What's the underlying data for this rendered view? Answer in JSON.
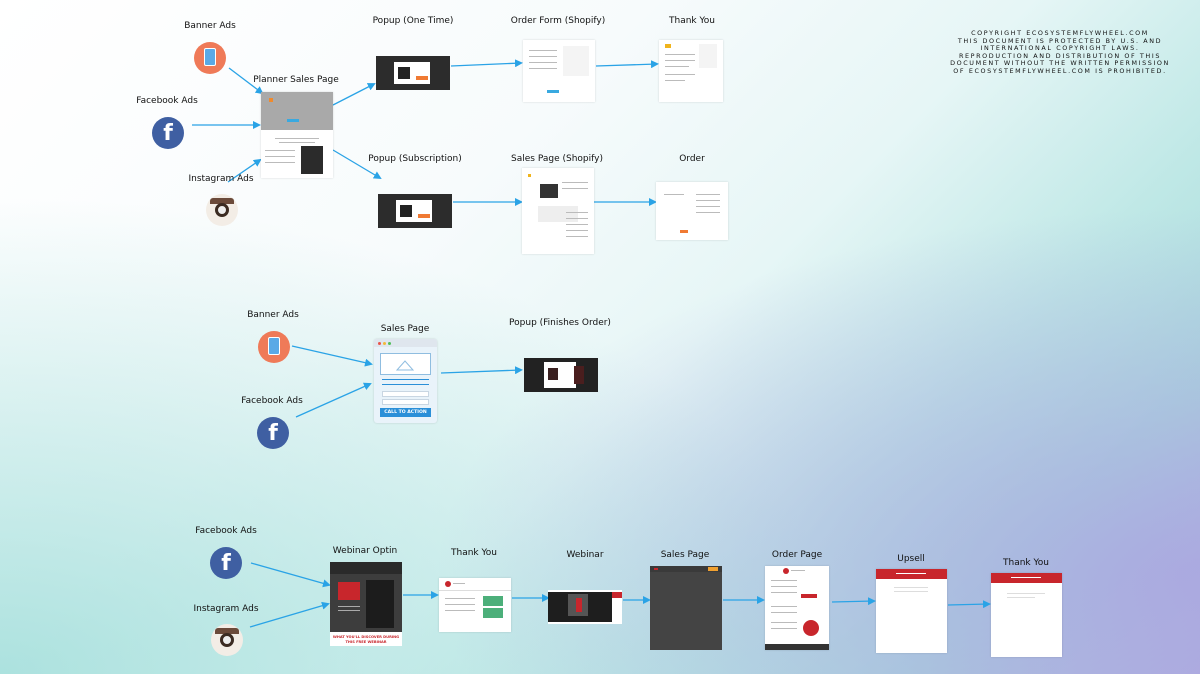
{
  "copyright": {
    "lines": [
      "COPYRIGHT ECOSYSTEMFLYWHEEL.COM",
      "THIS DOCUMENT IS PROTECTED BY U.S. AND",
      "INTERNATIONAL COPYRIGHT LAWS.",
      "REPRODUCTION AND DISTRIBUTION OF THIS",
      "DOCUMENT WITHOUT THE WRITTEN PERMISSION",
      "OF ECOSYSTEMFLYWHEEL.COM IS PROHIBITED."
    ]
  },
  "funnel1": {
    "sources": {
      "banner": "Banner Ads",
      "facebook": "Facebook Ads",
      "instagram": "Instagram Ads"
    },
    "planner": "Planner Sales Page",
    "top": {
      "popup": "Popup (One Time)",
      "order_form": "Order Form (Shopify)",
      "thank_you": "Thank You"
    },
    "bottom": {
      "popup": "Popup (Subscription)",
      "sales_page": "Sales Page (Shopify)",
      "order": "Order"
    }
  },
  "funnel2": {
    "sources": {
      "banner": "Banner Ads",
      "facebook": "Facebook Ads"
    },
    "sales_page": "Sales Page",
    "cta": "CALL TO ACTION",
    "popup": "Popup (Finishes Order)"
  },
  "funnel3": {
    "sources": {
      "facebook": "Facebook Ads",
      "instagram": "Instagram Ads"
    },
    "steps": {
      "webinar_optin": "Webinar Optin",
      "thank_you_1": "Thank You",
      "webinar": "Webinar",
      "sales_page": "Sales Page",
      "order_page": "Order Page",
      "upsell": "Upsell",
      "thank_you_2": "Thank You"
    },
    "optin_banner": "WHAT YOU'LL DISCOVER DURING THIS FREE WEBINAR"
  },
  "colors": {
    "arrow": "#2aa3e6",
    "facebook": "#3f5fa2",
    "banner": "#ef7a58",
    "red": "#c8262c",
    "cta": "#2a8fd8"
  }
}
